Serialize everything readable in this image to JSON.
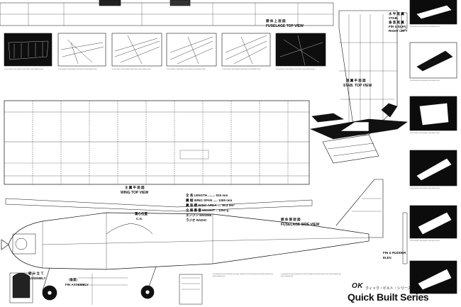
{
  "views": {
    "fuselage_top": {
      "jp": "胴 体 上 面 図",
      "en": "FUSELAGE TOP VIEW"
    },
    "stab_top": {
      "jp": "尾 翼 平 面 図",
      "en": "STAB. TOP VIEW"
    },
    "wing_top": {
      "jp": "主 翼 平 面 図",
      "en": "WING TOP VIEW"
    },
    "fuselage_side": {
      "jp": "胴 体 側 面 図",
      "en": "FUSELAGE SIDE VIEW"
    },
    "fin_elev": {
      "jp1": "水 平 尾 翼",
      "en1": "STAB.",
      "jp2": "垂 直 尾 翼",
      "en2": "FIN & ELEV.",
      "en3": "RIGHT LEFT"
    },
    "fin_rudder": {
      "en": "FIN & RUDDER",
      "en2": "ELEV."
    },
    "cg": {
      "jp": "重心位置",
      "en": "C.G."
    },
    "fin_assembly": {
      "jp": "（垂直）",
      "en": "FIN ASSEMBLY"
    },
    "assembly": {
      "jp": "組 み 立 て",
      "en": "ASSEMBLY"
    }
  },
  "specs": [
    {
      "jp": "全 長",
      "en": "LENGTH",
      "value": "915 mm"
    },
    {
      "jp": "翼 幅",
      "en": "WING SPAN",
      "value": "1265 mm"
    },
    {
      "jp": "翼 面 積",
      "en": "WING AREA",
      "value": "36.4 dm²"
    },
    {
      "jp": "全 備 重 量",
      "en": "WEIGHT",
      "value": "1250 g"
    },
    {
      "jp": "エンジン",
      "en": "ENGINE",
      "value": ""
    },
    {
      "jp": "ラジオ",
      "en": "RADIO",
      "value": ""
    }
  ],
  "brand": {
    "logo": "OK",
    "subtitle": "クィック・ビルト・シリーズ",
    "series": "Quick Built Series"
  },
  "colors": {
    "ink": "#111111",
    "paper": "#ffffff",
    "photo": "#0c0c0c"
  }
}
